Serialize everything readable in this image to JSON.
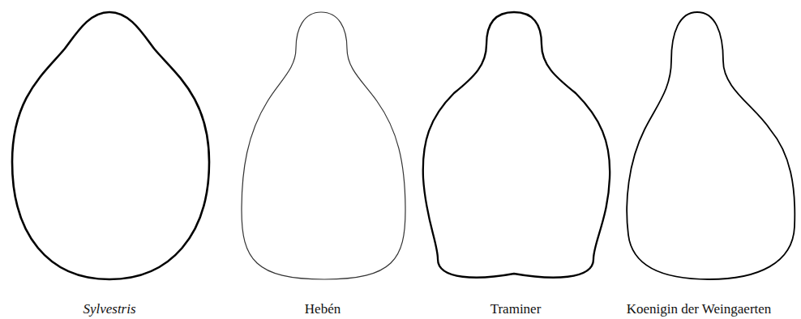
{
  "diagram": {
    "labels": [
      "Sylvestris",
      "Hebén",
      "Traminer",
      "Koenigin der Weingaerten"
    ]
  }
}
